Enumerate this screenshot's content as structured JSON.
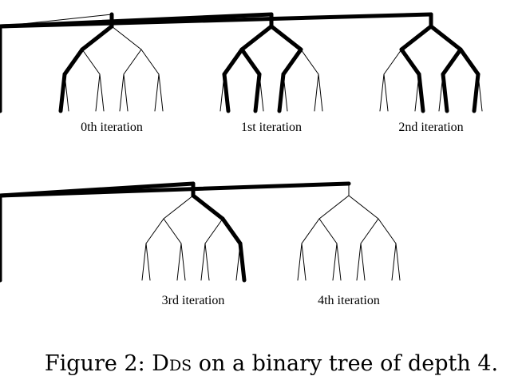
{
  "figure": {
    "caption_prefix": "Figure 2: ",
    "caption_name_initial": "D",
    "caption_name_rest": "DS",
    "caption_rest": " on a binary tree of depth 4.",
    "tree_depth": 4,
    "panels": [
      {
        "label": "0th iteration",
        "discrepancies_allowed": 0
      },
      {
        "label": "1st iteration",
        "discrepancies_allowed": 1
      },
      {
        "label": "2nd iteration",
        "discrepancies_allowed": 2
      },
      {
        "label": "3rd iteration",
        "discrepancies_allowed": 3
      },
      {
        "label": "4th iteration",
        "discrepancies_allowed": 4
      }
    ]
  }
}
